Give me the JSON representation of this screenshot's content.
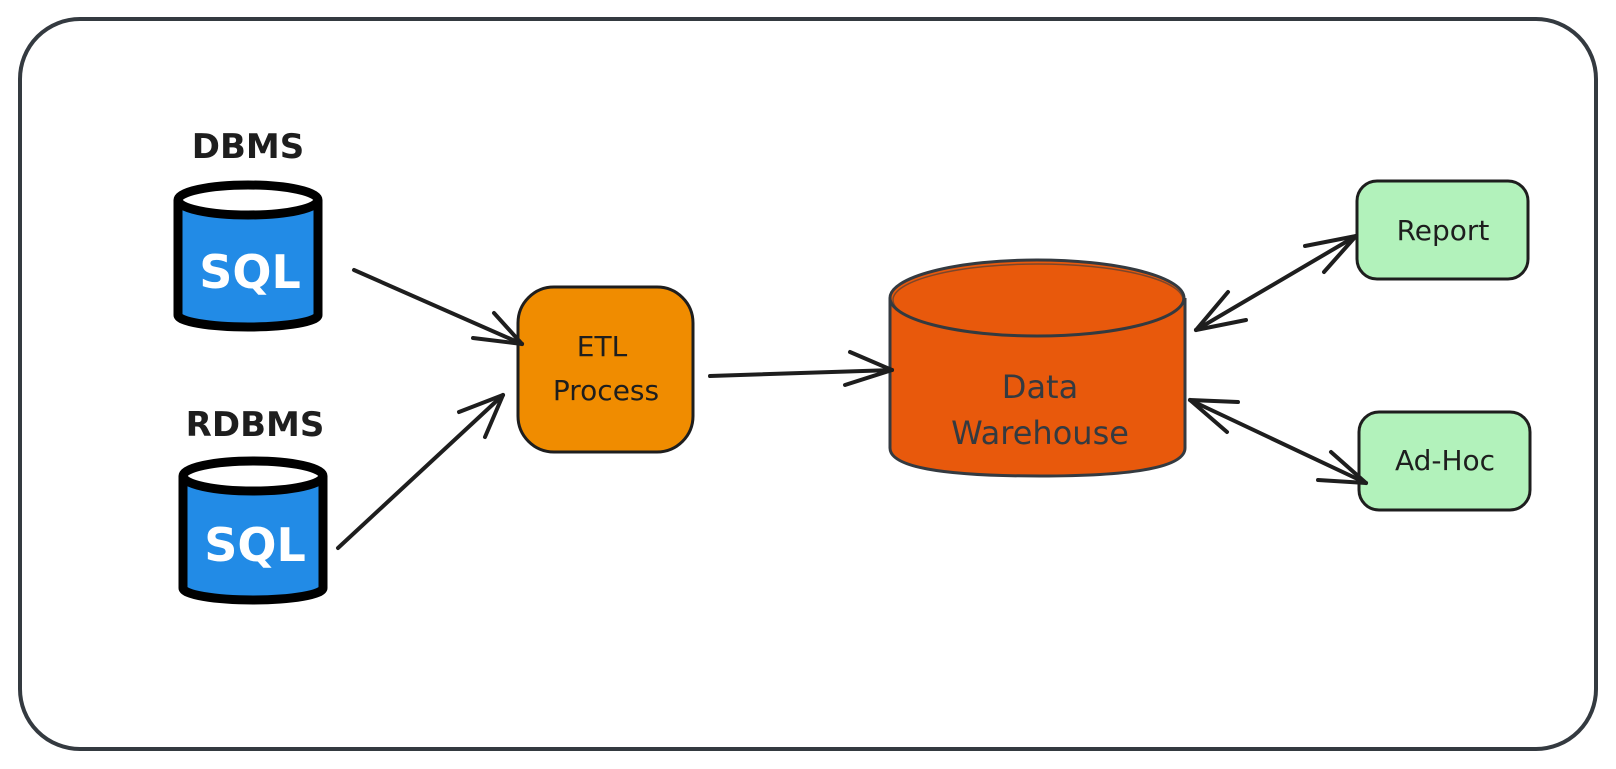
{
  "sources": [
    {
      "title": "DBMS",
      "icon_text": "SQL"
    },
    {
      "title": "RDBMS",
      "icon_text": "SQL"
    }
  ],
  "etl": {
    "line1": "ETL",
    "line2": "Process"
  },
  "warehouse": {
    "line1": "Data",
    "line2": "Warehouse"
  },
  "outputs": [
    {
      "label": "Report"
    },
    {
      "label": "Ad-Hoc"
    }
  ],
  "colors": {
    "sql_fill": "#228be6",
    "etl_fill": "#f08c00",
    "warehouse_fill": "#e8590c",
    "output_fill": "#b2f2bb",
    "stroke": "#1e1e1e",
    "frame_stroke": "#343a40",
    "label_text": "#343a40"
  }
}
